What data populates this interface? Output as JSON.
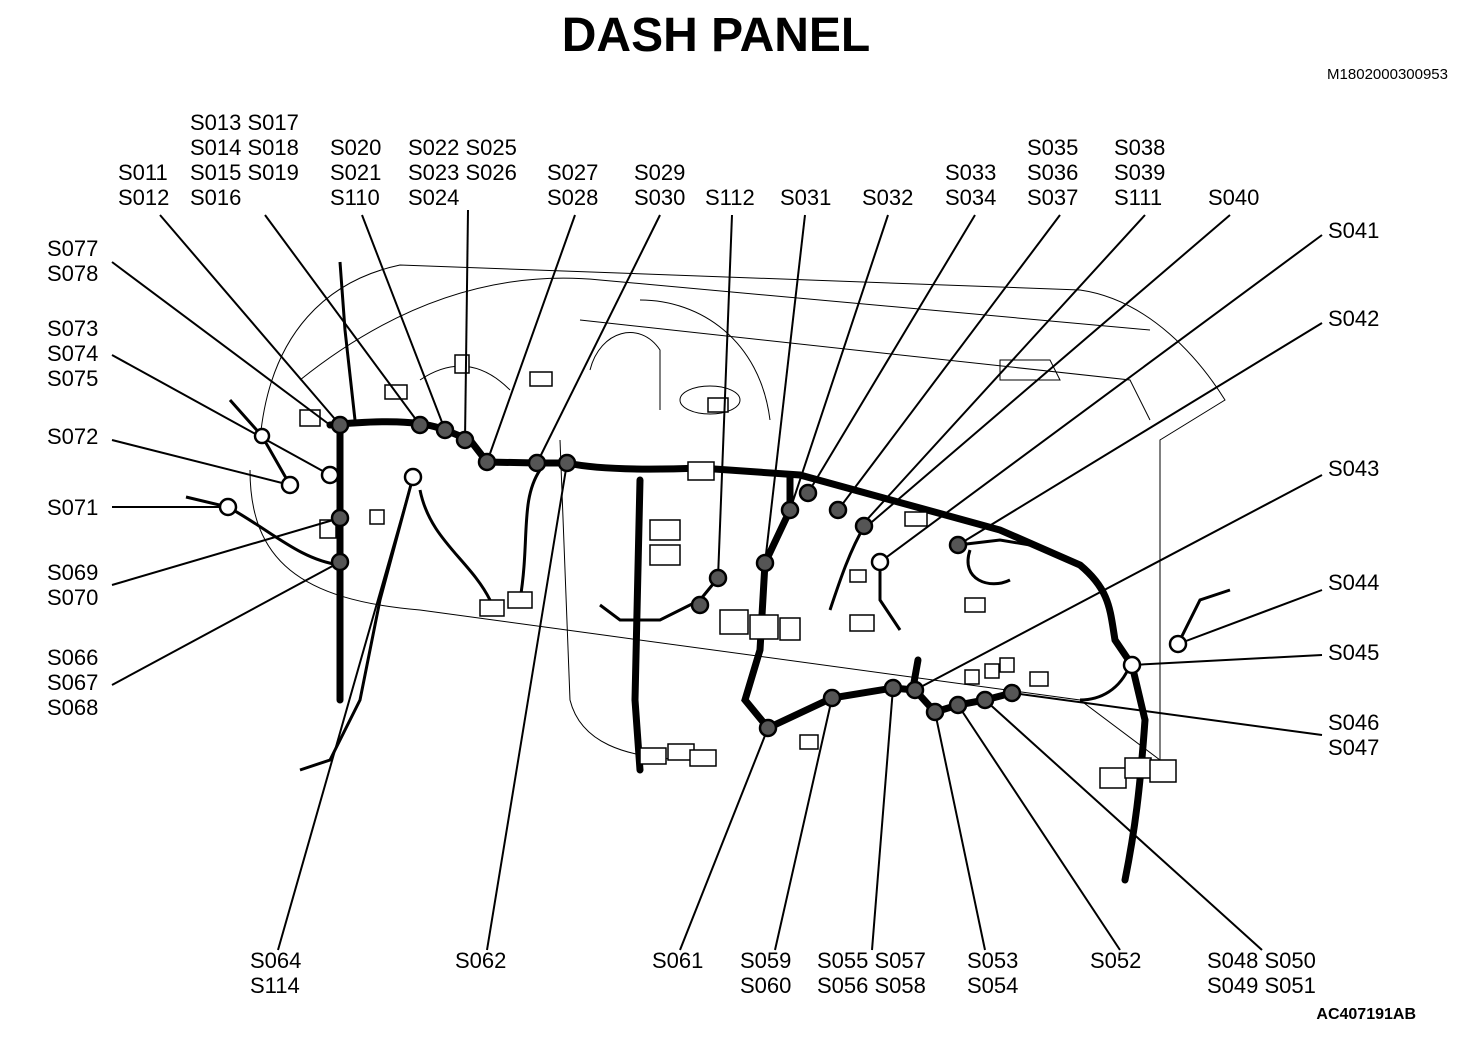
{
  "title": "DASH PANEL",
  "doc_id": "M1802000300953",
  "figure_id": "AC407191AB",
  "labels": {
    "s011": [
      "S011",
      "S012"
    ],
    "s013": [
      "S013 S017",
      "S014 S018",
      "S015 S019",
      "S016"
    ],
    "s020": [
      "S020",
      "S021",
      "S110"
    ],
    "s022": [
      "S022 S025",
      "S023 S026",
      "S024"
    ],
    "s027": [
      "S027",
      "S028"
    ],
    "s029": [
      "S029",
      "S030"
    ],
    "s112": [
      "S112"
    ],
    "s031": [
      "S031"
    ],
    "s032": [
      "S032"
    ],
    "s033": [
      "S033",
      "S034"
    ],
    "s035": [
      "S035",
      "S036",
      "S037"
    ],
    "s038": [
      "S038",
      "S039",
      "S111"
    ],
    "s040": [
      "S040"
    ],
    "s041": [
      "S041"
    ],
    "s042": [
      "S042"
    ],
    "s043": [
      "S043"
    ],
    "s044": [
      "S044"
    ],
    "s045": [
      "S045"
    ],
    "s046": [
      "S046",
      "S047"
    ],
    "s048": [
      "S048 S050",
      "S049 S051"
    ],
    "s052": [
      "S052"
    ],
    "s053": [
      "S053",
      "S054"
    ],
    "s055": [
      "S055 S057",
      "S056 S058"
    ],
    "s059": [
      "S059",
      "S060"
    ],
    "s061": [
      "S061"
    ],
    "s062": [
      "S062"
    ],
    "s064": [
      "S064",
      "S114"
    ],
    "s066": [
      "S066",
      "S067",
      "S068"
    ],
    "s069": [
      "S069",
      "S070"
    ],
    "s071": [
      "S071"
    ],
    "s072": [
      "S072"
    ],
    "s073": [
      "S073",
      "S074",
      "S075"
    ],
    "s077": [
      "S077",
      "S078"
    ]
  }
}
